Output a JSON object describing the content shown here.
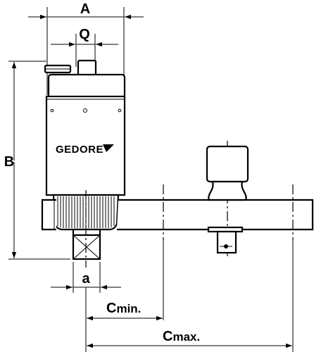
{
  "dimensions": {
    "A": "A",
    "Q": "Q",
    "B": "B",
    "a": "a",
    "c_min_main": "C",
    "c_min_sub": "min.",
    "c_max_main": "C",
    "c_max_sub": "max."
  },
  "brand": {
    "text": "GEDORE"
  }
}
